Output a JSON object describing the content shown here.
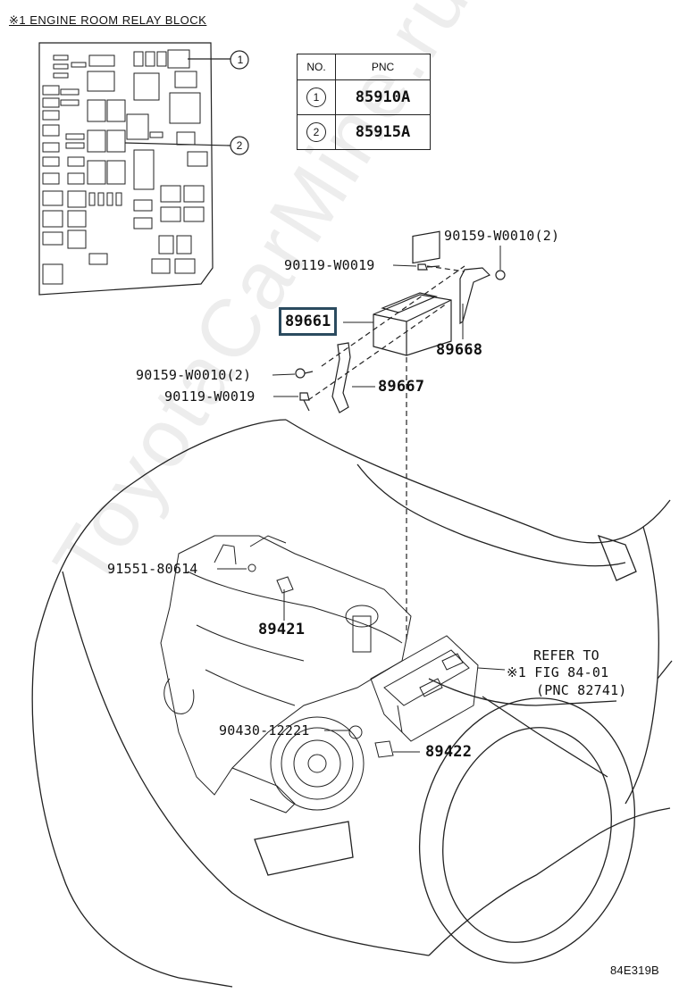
{
  "header": {
    "title": "※1  ENGINE ROOM RELAY BLOCK"
  },
  "table": {
    "headers": [
      "NO.",
      "PNC"
    ],
    "rows": [
      {
        "no": "1",
        "pnc": "85910A"
      },
      {
        "no": "2",
        "pnc": "85915A"
      }
    ]
  },
  "callouts": {
    "one": "1",
    "two": "2"
  },
  "parts": {
    "p90159_top": "90159-W0010(2)",
    "p90119_top": "90119-W0019",
    "p89661": "89661",
    "p89668": "89668",
    "p90159_left": "90159-W0010(2)",
    "p89667": "89667",
    "p90119_left": "90119-W0019",
    "p91551": "91551-80614",
    "p89421": "89421",
    "p90430": "90430-12221",
    "p89422": "89422"
  },
  "refer": {
    "line1": "REFER TO",
    "line2": "※1 FIG 84-01",
    "line3": "(PNC 82741)"
  },
  "figure_code": "84E319B",
  "watermark": "ToyotaCarMine.ru",
  "colors": {
    "highlight_border": "#2b4b5f",
    "ink": "#111111"
  }
}
